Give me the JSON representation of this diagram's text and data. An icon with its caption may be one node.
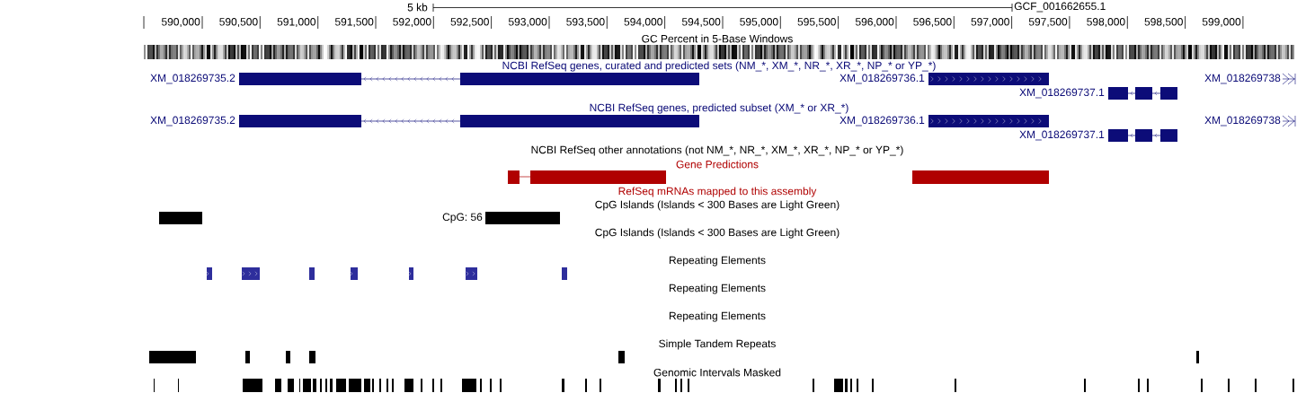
{
  "diagram": {
    "labels": [
      "5 kb",
      "GCF_001662655.1",
      "590,000",
      "590,500",
      "591,000",
      "591,500",
      "592,000",
      "592,500",
      "593,000",
      "593,500",
      "594,000",
      "594,500",
      "595,000",
      "595,500",
      "596,000",
      "596,500",
      "597,000",
      "597,500",
      "598,000",
      "598,500",
      "599,000",
      "GC Percent in 5-Base Windows",
      "NCBI RefSeq genes, curated and predicted sets (NM_*, XM_*, NR_*, XR_*, NP_* or YP_*)",
      "XM_018269735.2",
      "XM_018269736.1",
      "XM_018269738",
      "XM_018269737.1",
      "NCBI RefSeq genes, predicted subset (XM_* or XR_*)",
      "XM_018269735.2",
      "XM_018269736.1",
      "XM_018269738",
      "XM_018269737.1",
      "NCBI RefSeq other annotations (not NM_*, NR_*, XM_*, XR_*, NP_* or YP_*)",
      "Gene Predictions",
      "RefSeq mRNAs mapped to this assembly",
      "CpG Islands (Islands < 300 Bases are Light Green)",
      "CpG: 56",
      "CpG Islands (Islands < 300 Bases are Light Green)",
      "Repeating Elements",
      "Repeating Elements",
      "Repeating Elements",
      "Simple Tandem Repeats",
      "Genomic Intervals Masked"
    ]
  }
}
